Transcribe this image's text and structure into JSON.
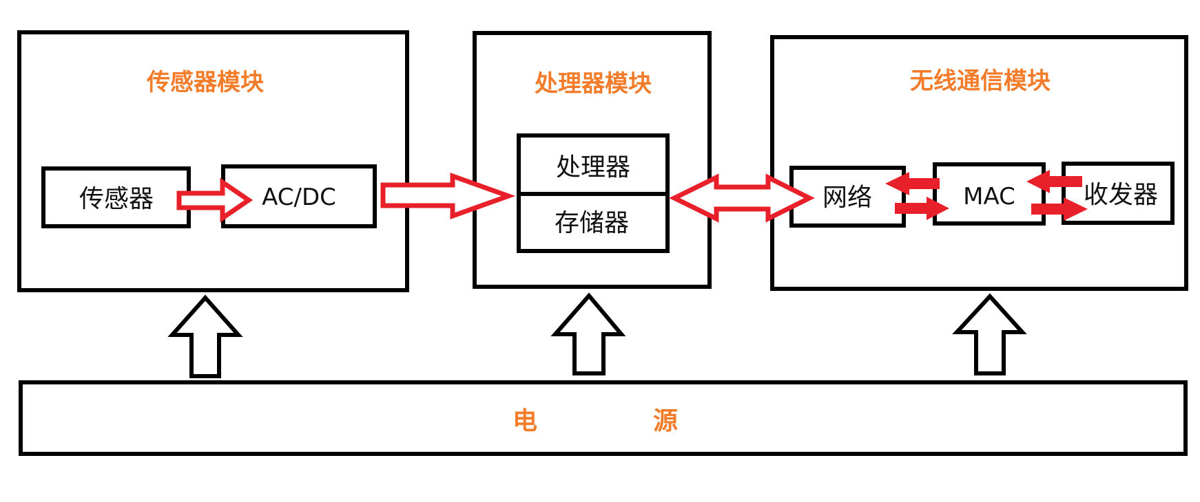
{
  "modules": {
    "sensor": {
      "title": "传感器模块",
      "sensor_label": "传感器",
      "acdc_label": "AC/DC"
    },
    "processor": {
      "title": "处理器模块",
      "processor_label": "处理器",
      "storage_label": "存储器"
    },
    "wireless": {
      "title": "无线通信模块",
      "network_label": "网络",
      "mac_label": "MAC",
      "transceiver_label": "收发器"
    }
  },
  "power": {
    "title_left": "电",
    "title_right": "源"
  },
  "colors": {
    "title": "#f37c2a",
    "arrow": "#e8202a",
    "border": "#000000"
  }
}
